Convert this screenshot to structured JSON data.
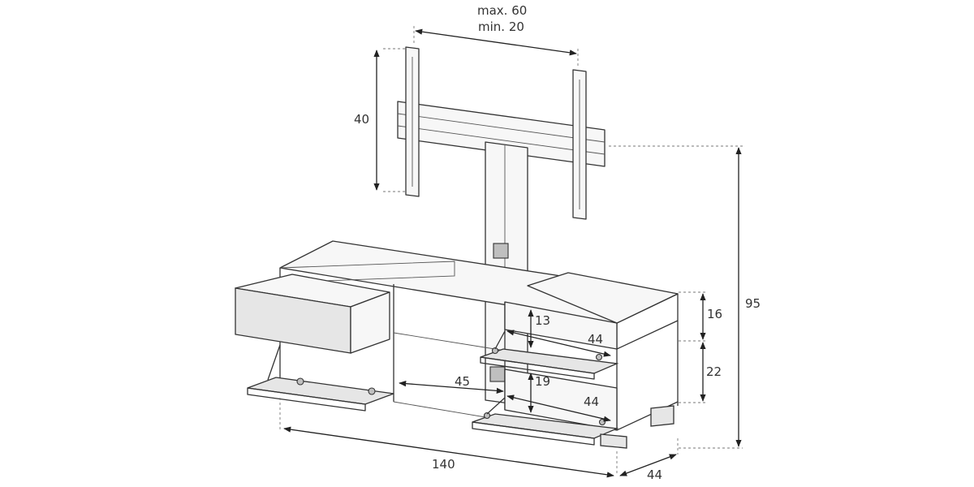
{
  "diagram": {
    "labels": {
      "width_max": "max. 60",
      "width_min": "min. 20",
      "bracket_height": "40",
      "total_height": "95",
      "upper_drawer_height": "16",
      "lower_drawer_height": "22",
      "upper_inner_height": "13",
      "upper_inner_depth": "44",
      "middle_shelf_width": "45",
      "lower_inner_height": "19",
      "lower_inner_depth": "44",
      "total_width": "140",
      "total_depth": "44"
    }
  }
}
